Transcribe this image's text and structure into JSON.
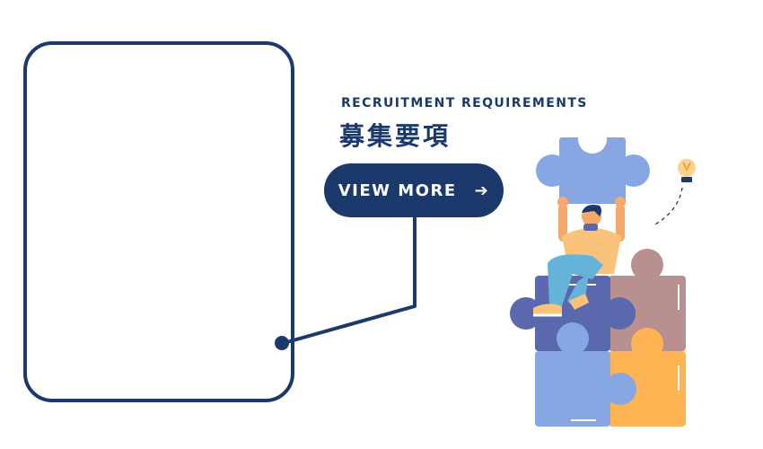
{
  "section": {
    "eyebrow": "RECRUITMENT REQUIREMENTS",
    "title": "募集要項",
    "cta_label": "VIEW MORE",
    "cta_icon": "arrow-right-icon",
    "cta_arrow_glyph": "➔"
  },
  "colors": {
    "navy": "#1b3a6b",
    "puzzle_light_blue": "#86a7e2",
    "puzzle_indigo": "#5a68ad",
    "puzzle_mauve": "#b89090",
    "puzzle_orange": "#ffb454",
    "skin": "#f5a96b",
    "shirt": "#fbc27a",
    "pants": "#66b3da",
    "bulb": "#ffd28a"
  },
  "illustration": {
    "icon": "puzzle-person-icon",
    "lightbulb_icon": "lightbulb-icon"
  }
}
